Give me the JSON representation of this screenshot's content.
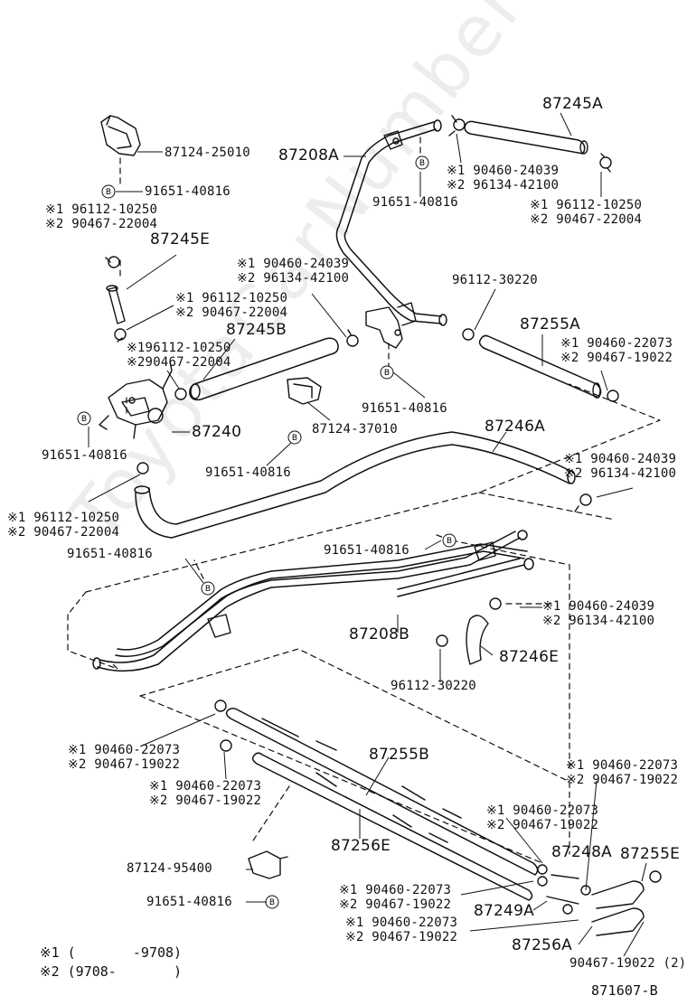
{
  "watermark": "ToyotaCarNumbers.ru",
  "figure_id": "871607-B",
  "legend": [
    {
      "mark": "※1",
      "range": "(       -9708)"
    },
    {
      "mark": "※2",
      "range": "(9708-       )"
    }
  ],
  "labels": {
    "p87124_25010": "87124-25010",
    "p91651_top": "91651-40816",
    "p96112_a1": "※1 96112-10250",
    "p90467_a2": "※2 90467-22004",
    "p87245E": "87245E",
    "p96112_b1": "※1 96112-10250",
    "p90467_b2": "※2 90467-22004",
    "p87208A": "87208A",
    "p91651_mid_top": "91651-40816",
    "p90460_c1": "※1 90460-24039",
    "p96134_c2": "※2 96134-42100",
    "p87245A": "87245A",
    "p96112_d1": "※1 96112-10250",
    "p90467_d2": "※2 90467-22004",
    "p90460_e1": "※1 90460-24039",
    "p96134_e2": "※2 96134-42100",
    "p96112_30220_a": "96112-30220",
    "p87255A": "87255A",
    "p90460_f1": "※1 90460-22073",
    "p90467_f2": "※2 90467-19022",
    "p196112": "※196112-10250",
    "p290467": "※290467-22004",
    "p87245B": "87245B",
    "p91651_clip": "91651-40816",
    "p87124_37010": "87124-37010",
    "p87240": "87240",
    "p91651_left": "91651-40816",
    "p91651_center": "91651-40816",
    "p87246A": "87246A",
    "p90460_g1": "※1 90460-24039",
    "p96134_g2": "※2 96134-42100",
    "p96112_h1": "※1 96112-10250",
    "p90467_h2": "※2 90467-22004",
    "p91651_pipe_l": "91651-40816",
    "p91651_pipe_r": "91651-40816",
    "p90460_i1": "※1 90460-24039",
    "p96134_i2": "※2 96134-42100",
    "p87208B": "87208B",
    "p87246E": "87246E",
    "p96112_30220_b": "96112-30220",
    "p90460_j1": "※1 90460-22073",
    "p90467_j2": "※2 90467-19022",
    "p90460_k1": "※1 90460-22073",
    "p90467_k2": "※2 90467-19022",
    "p87255B": "87255B",
    "p90460_l1": "※1 90460-22073",
    "p90467_l2": "※2 90467-19022",
    "p90460_m1": "※1 90460-22073",
    "p90467_m2": "※2 90467-19022",
    "p87256E": "87256E",
    "p87124_95400": "87124-95400",
    "p91651_bottom": "91651-40816",
    "p87248A": "87248A",
    "p87255E": "87255E",
    "p90460_n1": "※1 90460-22073",
    "p90467_n2": "※2 90467-19022",
    "p87249A": "87249A",
    "p90460_o1": "※1 90460-22073",
    "p90467_o2": "※2 90467-19022",
    "p87256A": "87256A",
    "p90467_19022_2": "90467-19022 (2)"
  },
  "circle_marker": "B"
}
